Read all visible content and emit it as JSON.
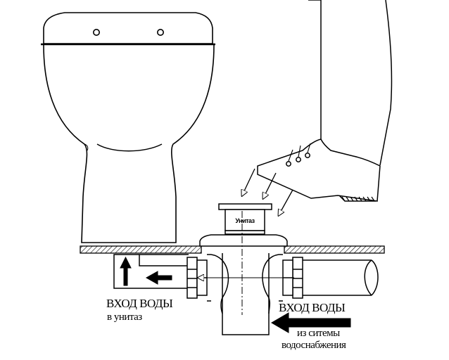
{
  "diagram": {
    "pedal_badge": "Унитаз",
    "label_left": {
      "line1": "ВХОД ВОДЫ",
      "line2": "в унитаз"
    },
    "label_right": {
      "line1": "ВХОД ВОДЫ",
      "line2": "из ситемы",
      "line3": "водоснабжения"
    },
    "colors": {
      "ink": "#000000",
      "hatch": "#000000",
      "background": "#ffffff"
    }
  }
}
